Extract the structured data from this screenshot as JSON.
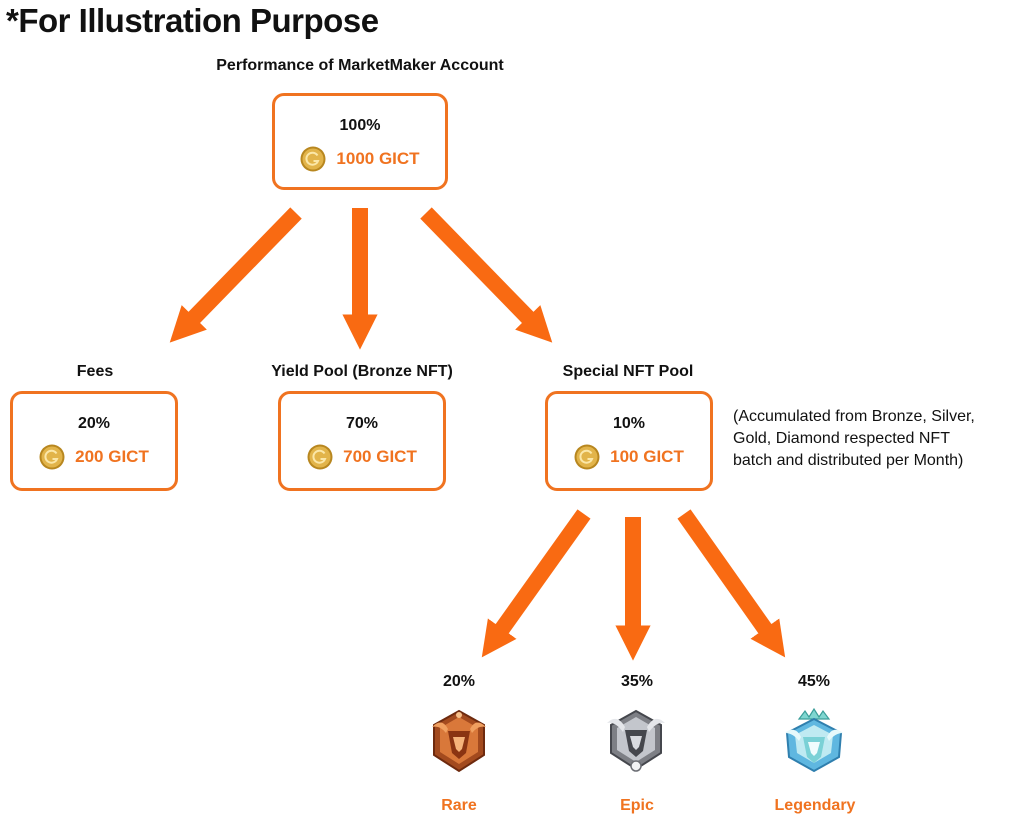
{
  "banner": "*For Illustration Purpose",
  "root": {
    "heading": "Performance of MarketMaker Account",
    "percent": "100%",
    "amount": "1000 GICT"
  },
  "pools": [
    {
      "heading": "Fees",
      "percent": "20%",
      "amount": "200 GICT"
    },
    {
      "heading": "Yield Pool (Bronze NFT)",
      "percent": "70%",
      "amount": "700 GICT"
    },
    {
      "heading": "Special NFT Pool",
      "percent": "10%",
      "amount": "100 GICT"
    }
  ],
  "special_note": {
    "line1": "(Accumulated from Bronze, Silver,",
    "line2": "Gold, Diamond respected NFT",
    "line3": "batch and distributed per Month)"
  },
  "tiers": [
    {
      "percent": "20%",
      "label": "Rare",
      "icon": "bronze-bull-badge-icon"
    },
    {
      "percent": "35%",
      "label": "Epic",
      "icon": "silver-bull-badge-icon"
    },
    {
      "percent": "45%",
      "label": "Legendary",
      "icon": "diamond-bull-badge-icon"
    }
  ],
  "colors": {
    "accent": "#f07320",
    "text": "#111111",
    "coin": "#c9962a"
  }
}
